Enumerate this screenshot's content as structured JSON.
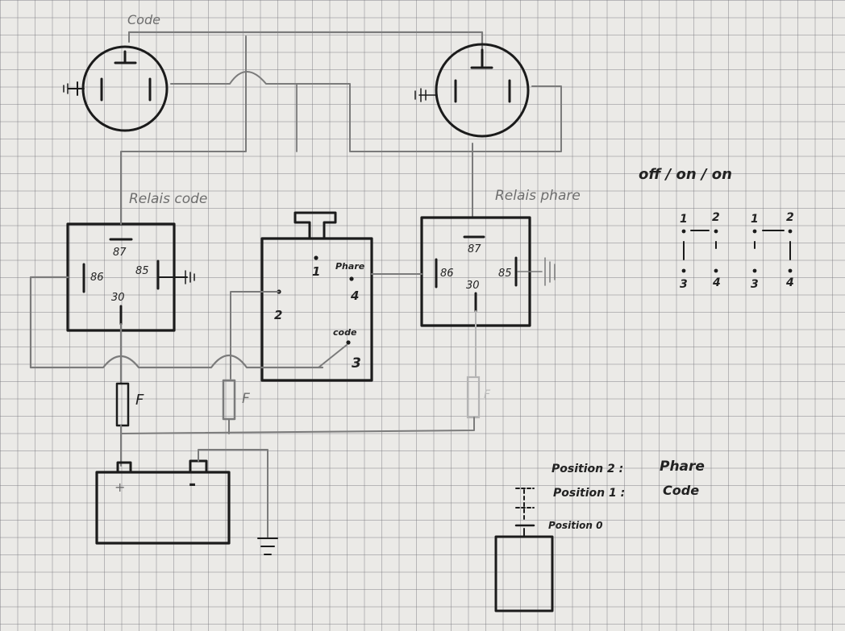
{
  "labels": {
    "top_code": "Code",
    "relay_left_title": "Relais code",
    "relay_right_title": "Relais phare",
    "relay_left": {
      "p87": "87",
      "p86": "86",
      "p85": "85",
      "p30": "30"
    },
    "relay_right": {
      "p87": "87",
      "p86": "86",
      "p85": "85",
      "p30": "30"
    },
    "switch": {
      "n1": "1",
      "phare": "Phare",
      "n4": "4",
      "n2": "2",
      "code": "code",
      "n3": "3"
    },
    "fuse_left": "F",
    "fuse_mid": "F",
    "fuse_right": "F",
    "battery_plus": "+",
    "battery_minus": "-"
  },
  "positions_header": "off / on / on",
  "contact_diagram": {
    "left": {
      "n1": "1",
      "n2": "2",
      "n3": "3",
      "n4": "4"
    },
    "right": {
      "n1": "1",
      "n2": "2",
      "n3": "3",
      "n4": "4"
    }
  },
  "legend": [
    {
      "label": "Position 2 :",
      "value": "Phare"
    },
    {
      "label": "Position 1 :",
      "value": "Code"
    },
    {
      "label": "Position 0",
      "value": ""
    }
  ]
}
